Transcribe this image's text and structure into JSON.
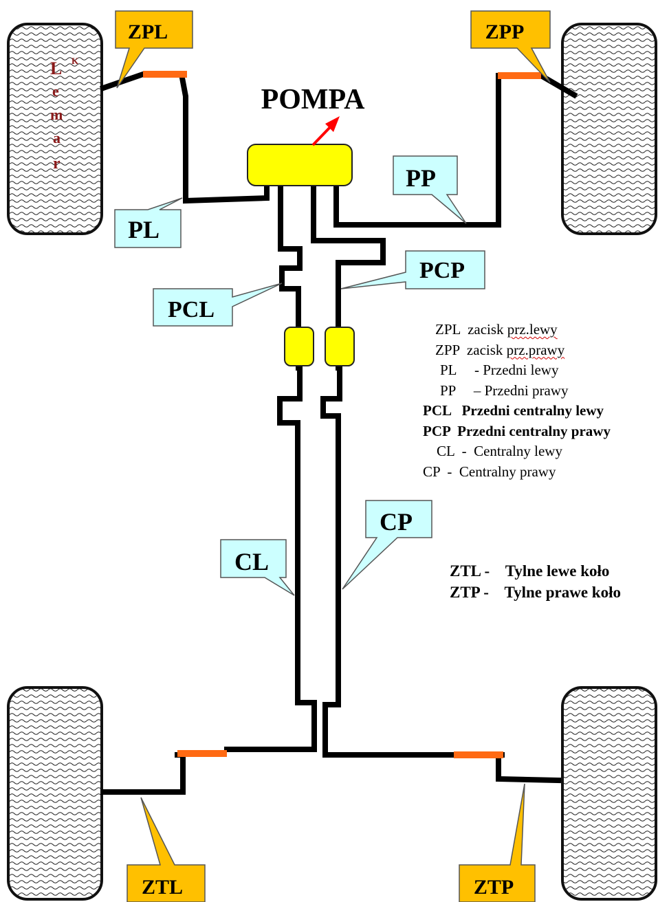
{
  "pump_label": "POMPA",
  "callouts": {
    "zpl": "ZPL",
    "zpp": "ZPP",
    "pl": "PL",
    "pp": "PP",
    "pcl": "PCL",
    "pcp": "PCP",
    "cl": "CL",
    "cp": "CP",
    "ztl": "ZTL",
    "ztp": "ZTP"
  },
  "watermark_letters": [
    "L",
    "e",
    "m",
    "a",
    "r",
    "K"
  ],
  "legend_front": [
    {
      "abbr": "ZPL",
      "sep": "  ",
      "desc_plain": "zacisk ",
      "desc_wavy": "prz.lewy",
      "bold": false
    },
    {
      "abbr": "ZPP",
      "sep": "  ",
      "desc_plain": "zacisk ",
      "desc_wavy": "prz.prawy",
      "bold": false
    },
    {
      "abbr": "PL",
      "sep": "     ",
      "desc_plain": "- Przedni lewy",
      "desc_wavy": "",
      "bold": false
    },
    {
      "abbr": "PP",
      "sep": "     ",
      "desc_plain": "– Przedni prawy",
      "desc_wavy": "",
      "bold": false
    },
    {
      "abbr": "PCL",
      "sep": "   ",
      "desc_plain": "Przedni centralny lewy",
      "desc_wavy": "",
      "bold": true
    },
    {
      "abbr": "PCP",
      "sep": "  ",
      "desc_plain": "Przedni centralny prawy",
      "desc_wavy": "",
      "bold": true
    },
    {
      "abbr": "CL",
      "sep": "  -  ",
      "desc_plain": "Centralny lewy",
      "desc_wavy": "",
      "bold": false
    },
    {
      "abbr": "CP",
      "sep": "  -  ",
      "desc_plain": "Centralny prawy",
      "desc_wavy": "",
      "bold": false
    }
  ],
  "legend_rear": [
    {
      "abbr": "ZTL -",
      "desc": "Tylne lewe koło"
    },
    {
      "abbr": "ZTP -",
      "desc": "Tylne prawe koło"
    }
  ],
  "colors": {
    "pipe": "#000000",
    "caliper": "#ff6a13",
    "pump": "#ffff00",
    "callout_yellow": "#ffc000",
    "callout_cyan": "#ccffff",
    "arrow": "#ff0000",
    "watermark": "#8b1a1a"
  }
}
